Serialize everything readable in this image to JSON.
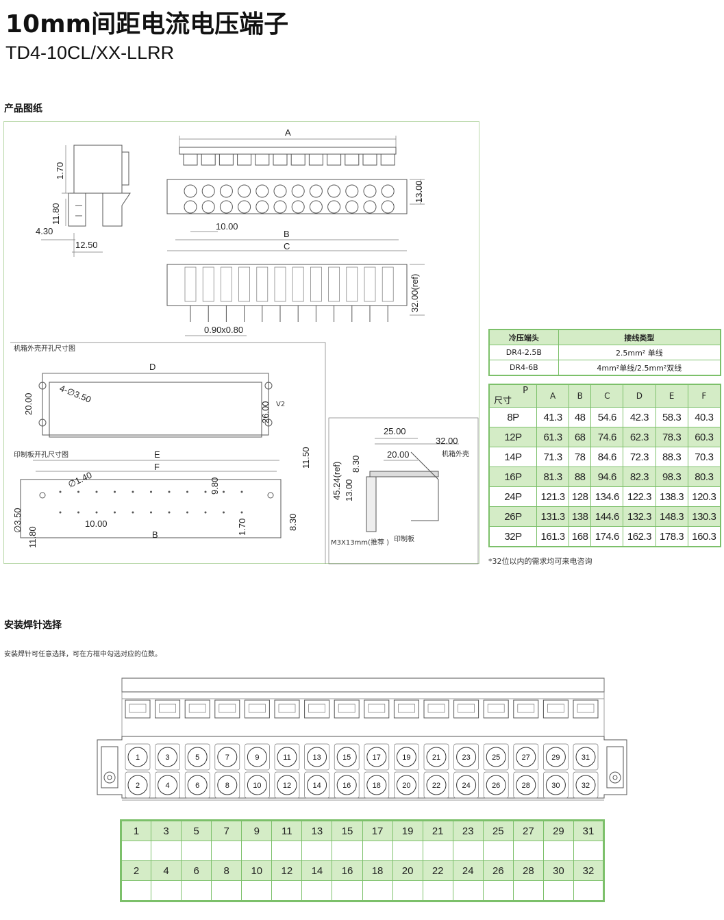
{
  "header": {
    "title": "10mm间距电流电压端子",
    "model": "TD4-10CL/XX-LLRR"
  },
  "sections": {
    "drawing": "产品图纸",
    "pin_select": "安装焊针选择",
    "pin_select_desc": "安装焊针可任意选择，可在方框中勾选对应的位数。"
  },
  "drawing": {
    "side_dims": [
      "1.70",
      "11.80",
      "4.30",
      "12.50"
    ],
    "front_dims": {
      "a": "A",
      "b": "B",
      "c": "C",
      "pitch": "10.00",
      "height": "13.00"
    },
    "bottom_dims": {
      "pin": "0.90x0.80",
      "height": "32.00(ref)"
    },
    "chassis": {
      "label": "机箱外壳开孔尺寸图",
      "d": "D",
      "h1": "20.00",
      "h2": "26.00",
      "hole": "4-∅3.50",
      "tag": "V2"
    },
    "pcb": {
      "label": "印制板开孔尺寸图",
      "e": "E",
      "f": "F",
      "b": "B",
      "d1": "∅1.40",
      "d2": "∅3.50",
      "d3": "9.80",
      "d4": "10.00",
      "d5": "11.80",
      "d6": "1.70",
      "d7": "8.30",
      "d8": "11.50"
    },
    "mount": {
      "d1": "25.00",
      "d2": "32.00",
      "d3": "20.00",
      "d4": "8.30",
      "d5": "45.24(ref)",
      "d6": "13.00",
      "case": "机箱外壳",
      "board": "印制板",
      "screw": "M3X13mm(推荐 )"
    }
  },
  "crimp_table": {
    "headers": [
      "冷压端头",
      "接线类型"
    ],
    "rows": [
      [
        "DR4-2.5B",
        "2.5mm² 单线"
      ],
      [
        "DR4-6B",
        "4mm²单线/2.5mm²双线"
      ]
    ]
  },
  "size_table": {
    "corner_p": "P",
    "corner_size": "尺寸",
    "cols": [
      "A",
      "B",
      "C",
      "D",
      "E",
      "F"
    ],
    "rows": [
      {
        "p": "8P",
        "v": [
          "41.3",
          "48",
          "54.6",
          "42.3",
          "58.3",
          "40.3"
        ]
      },
      {
        "p": "12P",
        "v": [
          "61.3",
          "68",
          "74.6",
          "62.3",
          "78.3",
          "60.3"
        ]
      },
      {
        "p": "14P",
        "v": [
          "71.3",
          "78",
          "84.6",
          "72.3",
          "88.3",
          "70.3"
        ]
      },
      {
        "p": "16P",
        "v": [
          "81.3",
          "88",
          "94.6",
          "82.3",
          "98.3",
          "80.3"
        ]
      },
      {
        "p": "24P",
        "v": [
          "121.3",
          "128",
          "134.6",
          "122.3",
          "138.3",
          "120.3"
        ]
      },
      {
        "p": "26P",
        "v": [
          "131.3",
          "138",
          "144.6",
          "132.3",
          "148.3",
          "130.3"
        ]
      },
      {
        "p": "32P",
        "v": [
          "161.3",
          "168",
          "174.6",
          "162.3",
          "178.3",
          "160.3"
        ]
      }
    ],
    "note": "*32位以内的需求均可来电咨询"
  },
  "pin_odd": [
    "1",
    "3",
    "5",
    "7",
    "9",
    "11",
    "13",
    "15",
    "17",
    "19",
    "21",
    "23",
    "25",
    "27",
    "29",
    "31"
  ],
  "pin_even": [
    "2",
    "4",
    "6",
    "8",
    "10",
    "12",
    "14",
    "16",
    "18",
    "20",
    "22",
    "24",
    "26",
    "28",
    "30",
    "32"
  ]
}
